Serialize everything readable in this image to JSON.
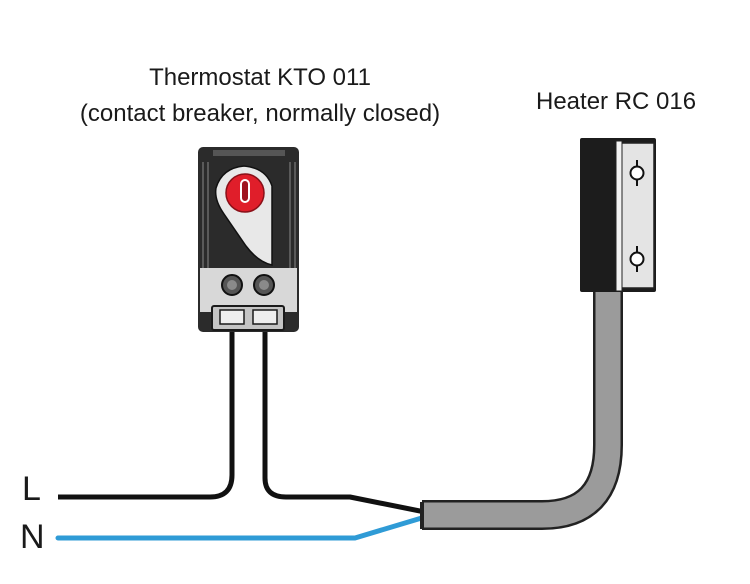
{
  "thermostat": {
    "title": "Thermostat KTO 011",
    "subtitle": "(contact breaker, normally closed)"
  },
  "heater": {
    "title": "Heater RC 016"
  },
  "wires": {
    "L_label": "L",
    "N_label": "N"
  },
  "colors": {
    "line_wire": "#111111",
    "neutral_wire": "#2f9bd6",
    "cable_sheath": "#9b9b9b",
    "thermostat_body": "#2b2b2b",
    "thermostat_terminal_block": "#d8d8d8",
    "thermostat_knob": "#e01e2a",
    "heater_body": "#1c1c1c",
    "heater_bracket": "#e4e4e4"
  }
}
